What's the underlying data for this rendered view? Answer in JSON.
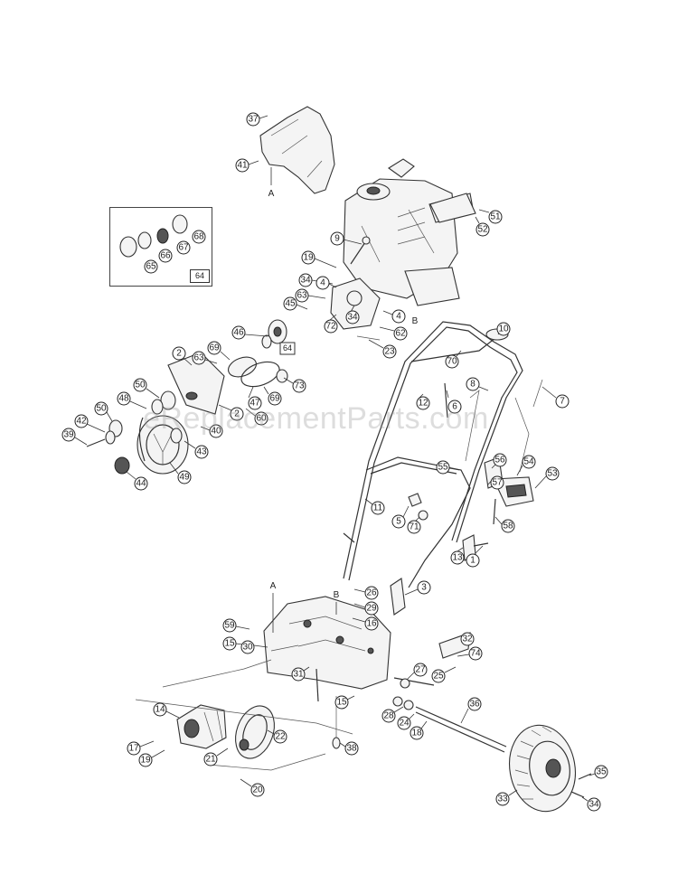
{
  "watermark": "eReplacementParts.com",
  "inset": {
    "label": "64"
  },
  "section_letters": {
    "a_top": "A",
    "a_bottom": "A",
    "b_top": "B",
    "b_bottom": "B"
  },
  "callouts": {
    "c37": "37",
    "c41": "41",
    "c51": "51",
    "c52": "52",
    "c9": "9",
    "c19a": "19",
    "c34a": "34",
    "c4a": "4",
    "c63": "63",
    "c45": "45",
    "c72": "72",
    "c34b": "34",
    "c4b": "4",
    "c62": "62",
    "c23": "23",
    "c46": "46",
    "c64": "64",
    "c65": "65",
    "c66": "66",
    "c67": "67",
    "c68": "68",
    "c2a": "2",
    "c69a": "69",
    "c63b": "63",
    "c73": "73",
    "c47": "47",
    "c69b": "69",
    "c2b": "2",
    "c60": "60",
    "c50a": "50",
    "c48": "48",
    "c50b": "50",
    "c42": "42",
    "c39": "39",
    "c40": "40",
    "c43": "43",
    "c49": "49",
    "c44": "44",
    "c10": "10",
    "c70": "70",
    "c7": "7",
    "c8": "8",
    "c12": "12",
    "c6": "6",
    "c55": "55",
    "c56": "56",
    "c54": "54",
    "c53": "53",
    "c57": "57",
    "c58": "58",
    "c11": "11",
    "c5": "5",
    "c71": "71",
    "c13": "13",
    "c1": "1",
    "c26": "26",
    "c3": "3",
    "c29": "29",
    "c16": "16",
    "c59": "59",
    "c15a": "15",
    "c30": "30",
    "c31": "31",
    "c32": "32",
    "c74": "74",
    "c27": "27",
    "c25": "25",
    "c15b": "15",
    "c14": "14",
    "c28": "28",
    "c24": "24",
    "c18": "18",
    "c36": "36",
    "c22": "22",
    "c17": "17",
    "c19b": "19",
    "c21": "21",
    "c38": "38",
    "c20": "20",
    "c35": "35",
    "c33": "33",
    "c34c": "34"
  }
}
